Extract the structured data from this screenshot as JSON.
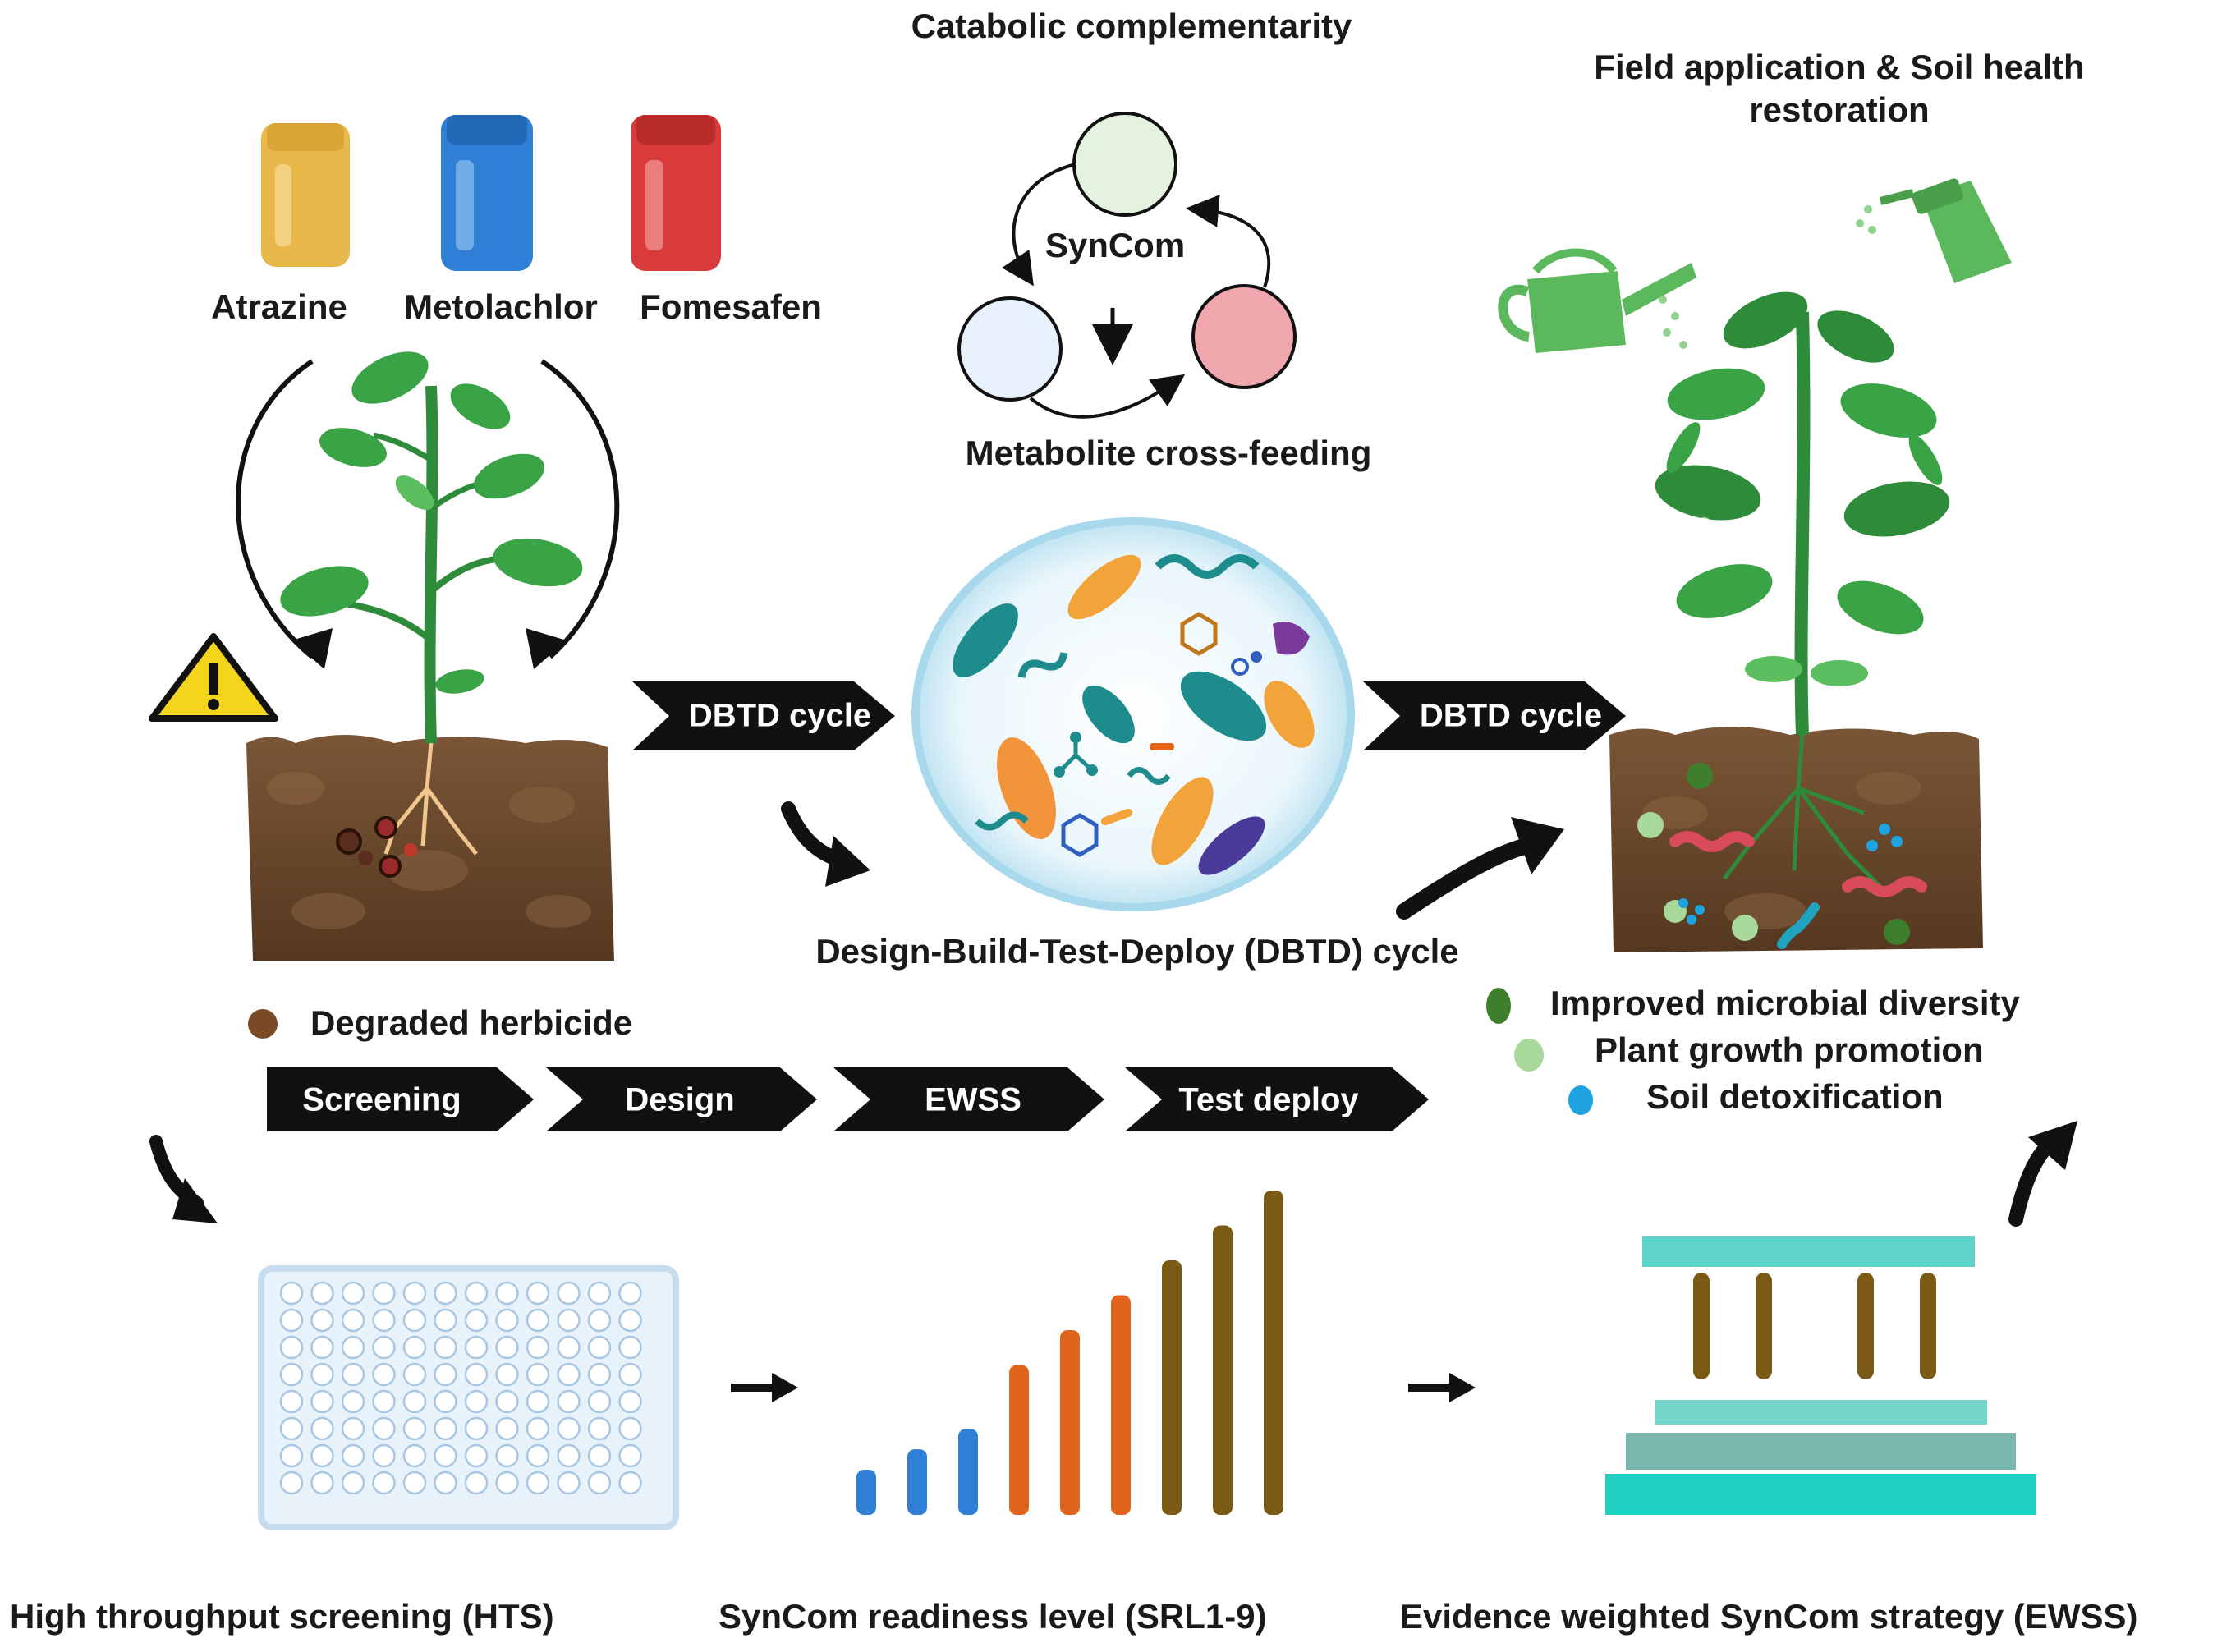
{
  "header": {
    "catabolic_title": "Catabolic complementarity",
    "field_title_line1": "Field  application & Soil health",
    "field_title_line2": "restoration"
  },
  "herbicides": [
    {
      "name": "Atrazine",
      "color": "#e8b84a"
    },
    {
      "name": "Metolachlor",
      "color": "#2f7fd6"
    },
    {
      "name": "Fomesafen",
      "color": "#d93a3a"
    }
  ],
  "syncom": {
    "center_label": "SynCom",
    "caption": "Metabolite cross-feeding",
    "circle_colors": [
      "#e3f3df",
      "#e7f1fb",
      "#f0a6ad"
    ]
  },
  "dbtd": {
    "left_arrow": "DBTD cycle",
    "right_arrow": "DBTD cycle",
    "caption": "Design-Build-Test-Deploy (DBTD) cycle"
  },
  "left_legend": {
    "degraded_label": "Degraded herbicide",
    "degraded_color": "#7a4a26"
  },
  "pipeline": [
    "Screening",
    "Design",
    "EWSS",
    "Test deploy"
  ],
  "right_legend": [
    {
      "label": "Improved microbial diversity",
      "color": "#3e7f2e"
    },
    {
      "label": "Plant growth promotion",
      "color": "#a8d89a"
    },
    {
      "label": "Soil detoxification",
      "color": "#1fa3e0"
    }
  ],
  "bottom": {
    "hts_label": "High throughput screening (HTS)",
    "srl_label": "SynCom readiness level (SRL1-9)",
    "ewss_label": "Evidence weighted SynCom strategy (EWSS)"
  },
  "srl_levels": [
    {
      "level": 1,
      "color": "#2f7fd6"
    },
    {
      "level": 2,
      "color": "#2f7fd6"
    },
    {
      "level": 3,
      "color": "#2f7fd6"
    },
    {
      "level": 4,
      "color": "#e0641c"
    },
    {
      "level": 5,
      "color": "#e0641c"
    },
    {
      "level": 6,
      "color": "#e0641c"
    },
    {
      "level": 7,
      "color": "#7a5a14"
    },
    {
      "level": 8,
      "color": "#7a5a14"
    },
    {
      "level": 9,
      "color": "#7a5a14"
    }
  ],
  "colors": {
    "soil": "#6b4a2b",
    "plant": "#2e8b3a",
    "leaf": "#3aa346",
    "ewss_teal": "#5ed3c8",
    "ewss_dark": "#7ab5ae",
    "pillar": "#7a5a14",
    "warning": "#f4d51c"
  },
  "icons": [
    "warning-icon",
    "watering-can-icon",
    "spray-bottle-icon",
    "well-plate-icon",
    "petri-dish-icon"
  ]
}
